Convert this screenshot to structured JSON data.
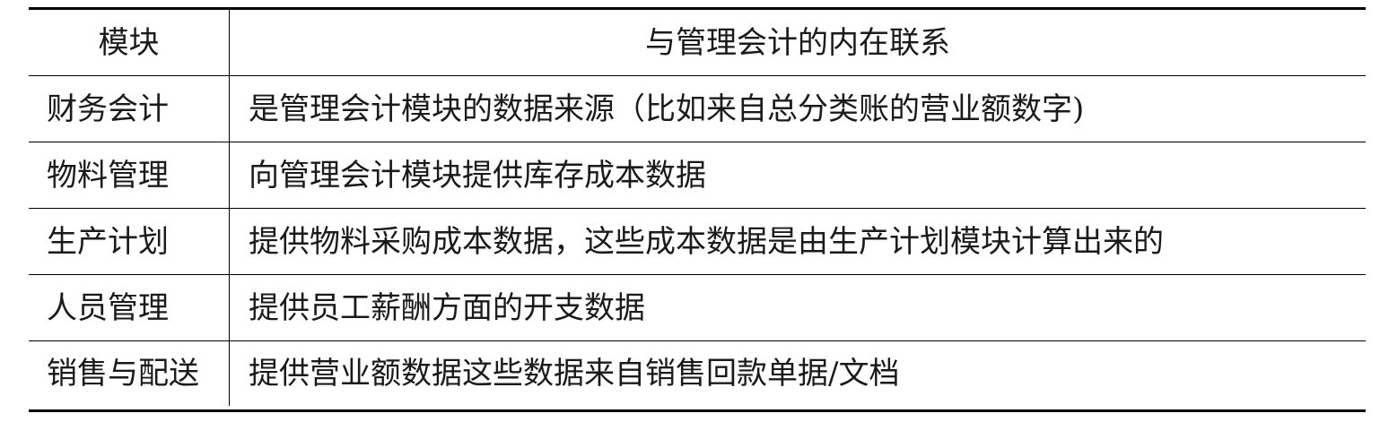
{
  "table": {
    "headers": [
      "模块",
      "与管理会计的内在联系"
    ],
    "rows": [
      {
        "module": "财务会计",
        "relation": "是管理会计模块的数据来源（比如来自总分类账的营业额数字)"
      },
      {
        "module": "物料管理",
        "relation": "向管理会计模块提供库存成本数据"
      },
      {
        "module": "生产计划",
        "relation": "提供物料采购成本数据，这些成本数据是由生产计划模块计算出来的"
      },
      {
        "module": "人员管理",
        "relation": "提供员工薪酬方面的开支数据"
      },
      {
        "module": "销售与配送",
        "relation": "提供营业额数据这些数据来自销售回款单据/文档"
      }
    ]
  }
}
